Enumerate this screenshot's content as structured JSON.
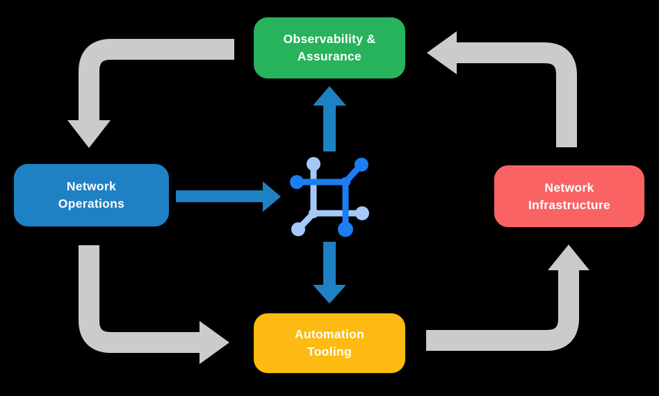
{
  "colors": {
    "background": "#000000",
    "node_green": "#27b35c",
    "node_blue": "#1e81c4",
    "node_red": "#f96364",
    "node_yellow": "#fcba12",
    "arrow_gray": "#cbcbcb",
    "arrow_blue": "#1e81c4",
    "icon_dark": "#1b7ef2",
    "icon_light": "#a5c8f9",
    "text": "#ffffff"
  },
  "nodes": {
    "top": {
      "line1": "Observability &",
      "line2": "Assurance"
    },
    "left": {
      "line1": "Network",
      "line2": "Operations"
    },
    "right": {
      "line1": "Network",
      "line2": "Infrastructure"
    },
    "bottom": {
      "line1": "Automation",
      "line2": "Tooling"
    }
  },
  "center_icon": {
    "name": "network-mesh-icon"
  },
  "flow": [
    {
      "from": "observability-assurance",
      "to": "network-operations",
      "style": "gray"
    },
    {
      "from": "network-operations",
      "to": "automation-tooling",
      "style": "gray"
    },
    {
      "from": "automation-tooling",
      "to": "network-infrastructure",
      "style": "gray"
    },
    {
      "from": "network-infrastructure",
      "to": "observability-assurance",
      "style": "gray"
    },
    {
      "from": "network-operations",
      "to": "center-icon",
      "style": "blue"
    },
    {
      "from": "center-icon",
      "to": "observability-assurance",
      "style": "blue"
    },
    {
      "from": "center-icon",
      "to": "automation-tooling",
      "style": "blue"
    }
  ]
}
